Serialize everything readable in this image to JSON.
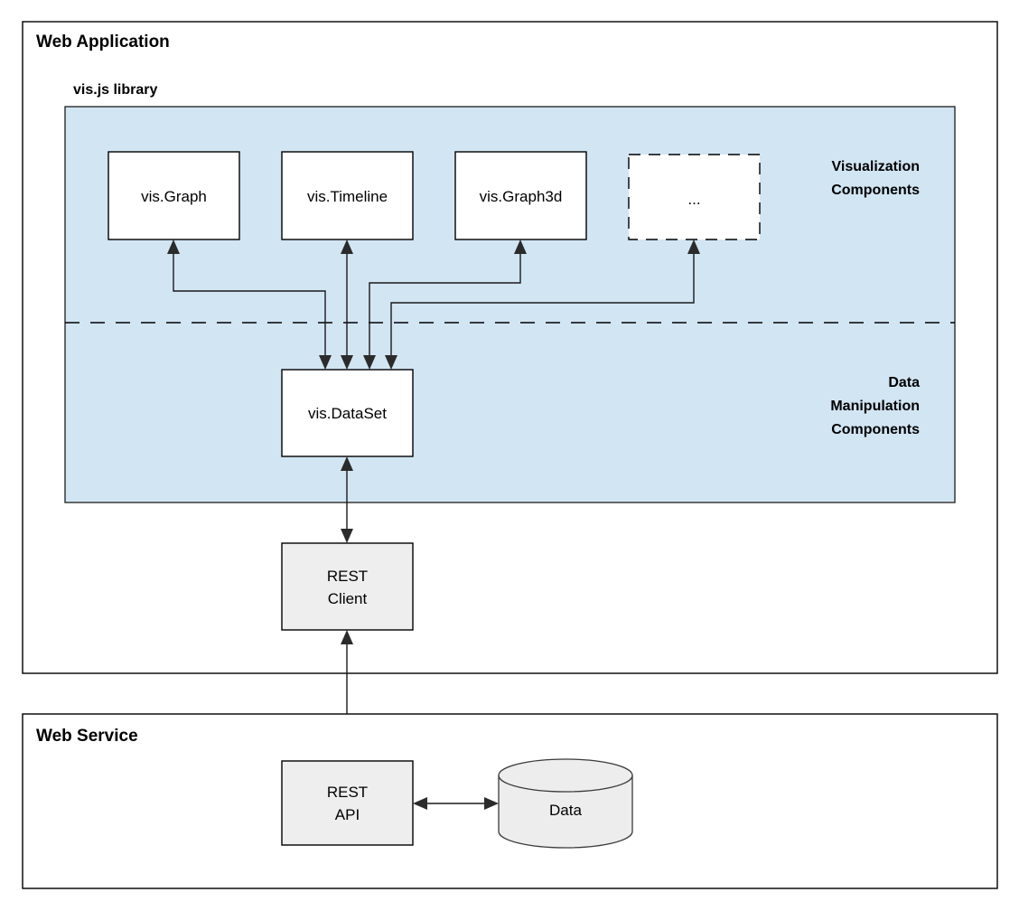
{
  "diagram": {
    "title_web_application": "Web Application",
    "title_web_service": "Web Service",
    "library_title": "vis.js library",
    "section_visualization": {
      "line1": "Visualization",
      "line2": "Components"
    },
    "section_data_manipulation": {
      "line1": "Data",
      "line2": "Manipulation",
      "line3": "Components"
    },
    "nodes": {
      "vis_graph": "vis.Graph",
      "vis_timeline": "vis.Timeline",
      "vis_graph3d": "vis.Graph3d",
      "more_components": "...",
      "vis_dataset": "vis.DataSet",
      "rest_client_line1": "REST",
      "rest_client_line2": "Client",
      "rest_api_line1": "REST",
      "rest_api_line2": "API",
      "database": "Data"
    },
    "colors": {
      "library_panel_fill": "#d2e5f3",
      "component_fill": "#ffffff",
      "grey_node_fill": "#eeeeee",
      "cylinder_fill": "#ededed",
      "stroke": "#000000",
      "arrow": "#2b2b2b",
      "page_background": "#ffffff"
    }
  }
}
